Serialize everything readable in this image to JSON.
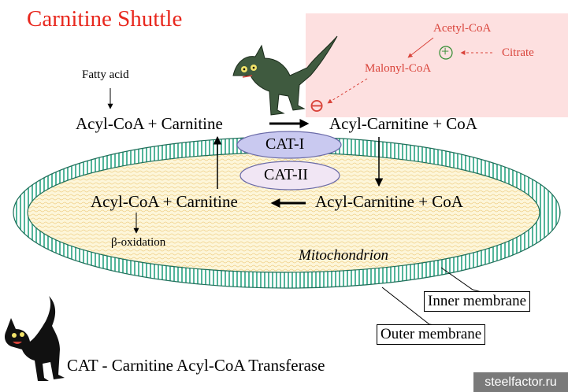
{
  "title": "Carnitine Shuttle",
  "cytosol": {
    "fatty_acid": "Fatty acid",
    "left_side": "Acyl-CoA + Carnitine",
    "right_side": "Acyl-Carnitine + CoA"
  },
  "regulation": {
    "acetyl_coa": "Acetyl-CoA",
    "citrate": "Citrate",
    "malonyl_coa": "Malonyl-CoA",
    "activation_symbol": "+",
    "inhibition_symbol": "⊖"
  },
  "transporters": {
    "cat1": "CAT-I",
    "cat2": "CAT-II"
  },
  "matrix": {
    "left_side": "Acyl-CoA + Carnitine",
    "right_side": "Acyl-Carnitine + CoA",
    "beta_oxidation": "β-oxidation",
    "compartment": "Mitochondrion"
  },
  "membranes": {
    "inner": "Inner membrane",
    "outer": "Outer membrane"
  },
  "footer": "CAT - Carnitine Acyl-CoA Transferase",
  "watermark": "steelfactor.ru",
  "colors": {
    "title": "#e8281e",
    "regulation_panel": "#fde0e0",
    "regulation_text": "#d9433a",
    "activation": "#2e8b2e",
    "cat_fill": "#c9c9f0",
    "outer_membrane_stripes": "#53b59a",
    "matrix_fill": "#fdf5d4"
  },
  "icons": [
    "green-cat-icon",
    "black-cat-icon"
  ]
}
